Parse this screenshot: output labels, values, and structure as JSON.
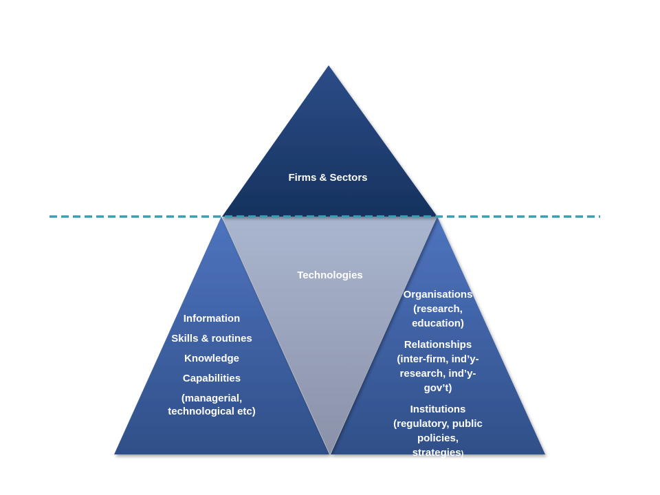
{
  "diagram": {
    "top_triangle": {
      "label": "Firms & Sectors",
      "color_top": "#2c4d88",
      "color_bottom": "#16325e"
    },
    "middle_triangle": {
      "label": "Technologies",
      "color_top": "#aab6cf",
      "color_bottom": "#8a91a8"
    },
    "left_triangle": {
      "items": [
        "Information",
        "Skills & routines",
        "Knowledge",
        "Capabilities",
        "(managerial,",
        "technological etc)"
      ],
      "color_top": "#4f74bf",
      "color_bottom": "#2f4f88"
    },
    "right_triangle": {
      "organisations": [
        "Organisations",
        "(research,",
        "education)"
      ],
      "relationships": [
        "Relationships",
        "(inter-firm, ind’y-",
        "research, ind’y-",
        "gov’t)"
      ],
      "institutions": [
        "Institutions",
        "(regulatory, public",
        "policies,"
      ],
      "institutions_last": "strategies",
      "institutions_last_suffix": ")",
      "color_top": "#4f74bf",
      "color_bottom": "#2f4f88"
    },
    "divider": {
      "color": "#3b9fb4"
    }
  }
}
